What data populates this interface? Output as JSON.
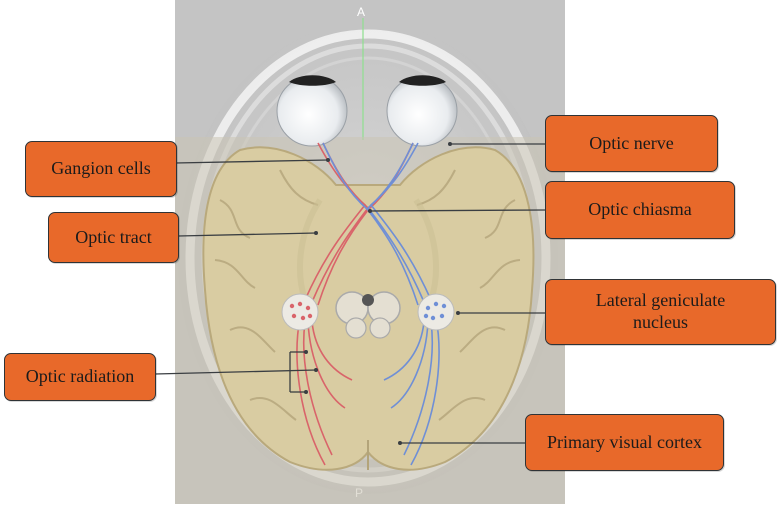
{
  "orientation": {
    "top": "A",
    "bottom": "P"
  },
  "labels": {
    "ganglion_cells": "Gangion cells",
    "optic_tract": "Optic tract",
    "optic_radiation": "Optic radiation",
    "optic_nerve": "Optic nerve",
    "optic_chiasma": "Optic chiasma",
    "lgn_line1": "Lateral geniculate",
    "lgn_line2": "nucleus",
    "primary_visual_cortex": "Primary visual cortex"
  },
  "colors": {
    "label_fill": "#e8692a",
    "left_visual_pathway": "#d9646a",
    "right_visual_pathway": "#6f8fd6",
    "brain_tissue": "#d8cba0",
    "scan_background": "#c9c9c9"
  }
}
